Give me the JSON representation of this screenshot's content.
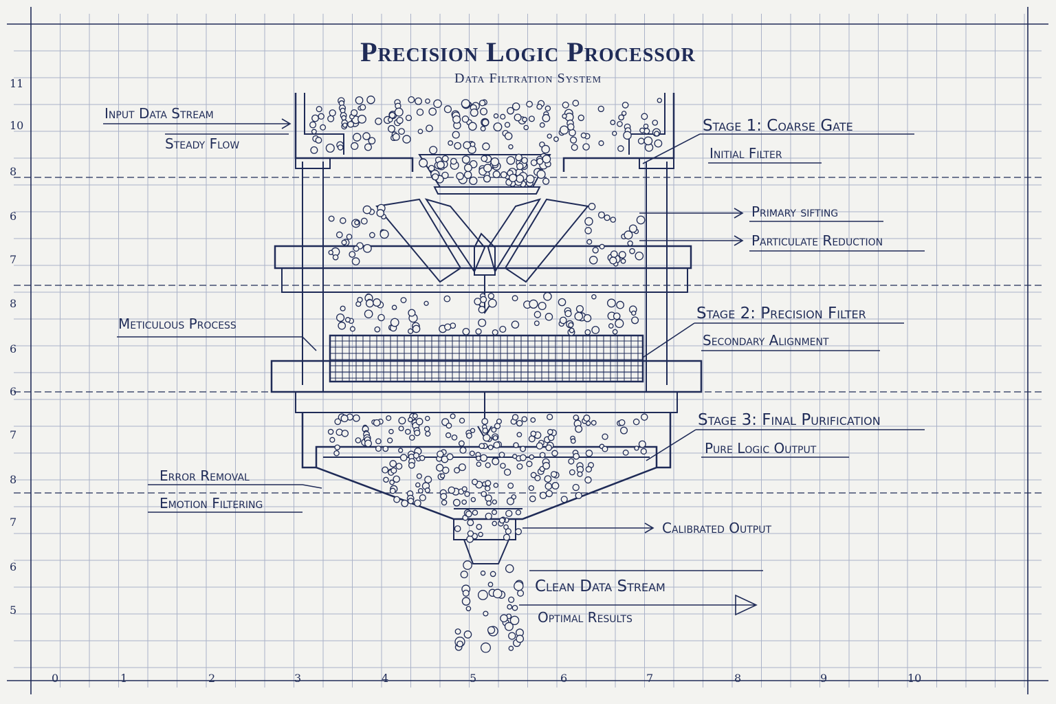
{
  "header": {
    "title": "Precision Logic Processor",
    "subtitle": "Data Filtration System"
  },
  "labels": {
    "input_data_stream": "Input Data Stream",
    "steady_flow": "Steady Flow",
    "stage1": "Stage 1: Coarse Gate",
    "initial_filter": "Initial Filter",
    "primary_sifting": "Primary sifting",
    "particulate_reduction": "Particulate Reduction",
    "meticulous_process": "Meticulous Process",
    "stage2": "Stage 2: Precision Filter",
    "secondary_alignment": "Secondary Alignment",
    "stage3": "Stage 3: Final Purification",
    "pure_logic_output": "Pure Logic Output",
    "error_removal": "Error Removal",
    "emotion_filtering": "Emotion Filtering",
    "calibrated_output": "Calibrated Output",
    "clean_data_stream": "Clean Data Stream",
    "optimal_results": "Optimal Results"
  },
  "left_ruler": [
    "11",
    "10",
    "8",
    "6",
    "7",
    "8",
    "6",
    "6",
    "7",
    "8",
    "7",
    "6",
    "5"
  ],
  "bottom_ruler": [
    "0",
    "1",
    "2",
    "3",
    "4",
    "5",
    "6",
    "7",
    "8",
    "9",
    "10"
  ],
  "colors": {
    "ink": "#1f2b57",
    "paper": "#f3f3f0",
    "grid": "#9aa3bd"
  }
}
